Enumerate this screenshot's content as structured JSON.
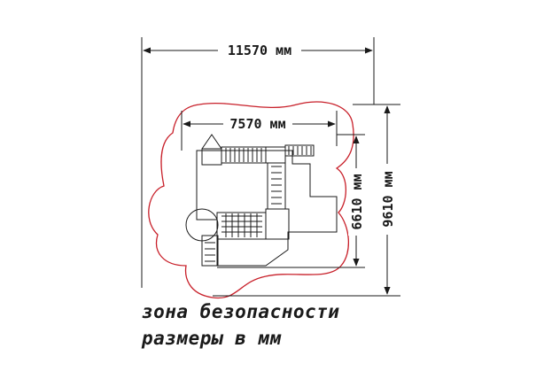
{
  "dimensions": {
    "overall_width": "11570 мм",
    "equipment_width": "7570 мм",
    "equipment_depth": "6610 мм",
    "overall_depth": "9610 мм"
  },
  "notes": {
    "safety_zone": "зона безопасности",
    "units": "размеры в мм"
  },
  "colors": {
    "line": "#1a1a1a",
    "safety_zone": "#c8202a"
  }
}
